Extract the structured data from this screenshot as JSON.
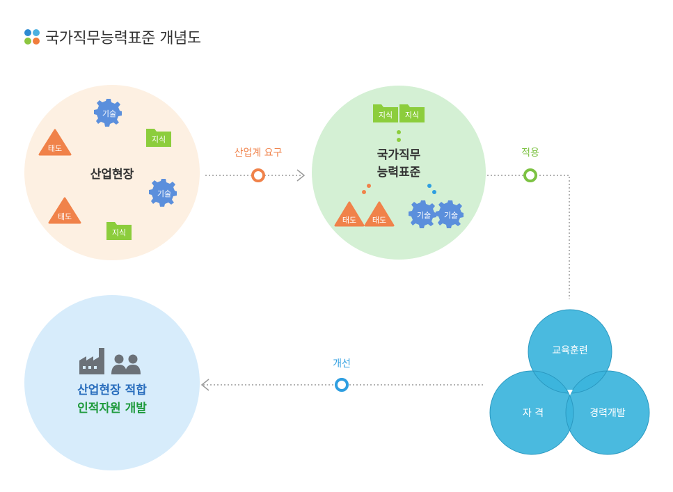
{
  "title": "국가직무능력표준 개념도",
  "colors": {
    "dot_tl": "#2d8ad2",
    "dot_tr": "#4cb0e0",
    "dot_bl": "#8cc63f",
    "dot_br": "#f07c3c",
    "field_bg": "#fdf0e2",
    "ncs_bg": "#d4f0d4",
    "talent_bg": "#d7ecfb",
    "venn_fill": "#3bb4dc",
    "orange": "#f0824a",
    "green": "#7cc242",
    "blue": "#2e9ee0",
    "gear": "#5b8fdc",
    "folder": "#8ccd3c"
  },
  "field": {
    "label": "산업현장",
    "gear1": "기술",
    "gear2": "기술",
    "folder1": "지식",
    "folder2": "지식",
    "tri1": "태도",
    "tri2": "태도"
  },
  "ncs": {
    "label_line1": "국가직무",
    "label_line2": "능력표준",
    "folder1": "지식",
    "folder2": "지식",
    "tri1": "태도",
    "tri2": "태도",
    "gear1": "기술",
    "gear2": "기술"
  },
  "arrows": {
    "demand": "산업계 요구",
    "apply": "적용",
    "improve": "개선"
  },
  "venn": {
    "top": "교육훈련",
    "left": "자 격",
    "right": "경력개발"
  },
  "talent": {
    "line1": "산업현장 적합",
    "line2": "인적자원 개발",
    "icons": [
      "factory-icon",
      "people-icon"
    ]
  }
}
